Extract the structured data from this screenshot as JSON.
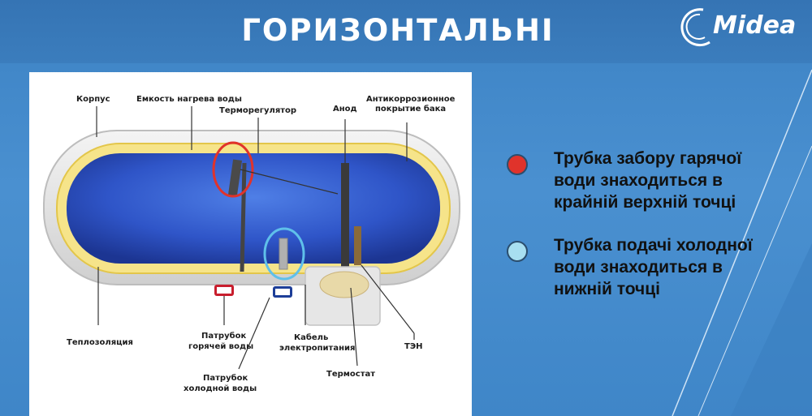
{
  "slide": {
    "title": "ГОРИЗОНТАЛЬНІ",
    "logo_text": "Midea",
    "colors": {
      "background": "#4a90d0",
      "title_bar": "#3574b4",
      "red_marker": "#e0332b",
      "cyan_marker": "#a8dff0"
    }
  },
  "diagram": {
    "labels": {
      "korpus": "Корпус",
      "emkost": "Емкость нагрева воды",
      "termoregulator": "Терморегулятор",
      "anod": "Анод",
      "antikorr_1": "Антикоррозионное",
      "antikorr_2": "покрытие бака",
      "teploizol": "Теплозоляция",
      "hot_pipe_1": "Патрубок",
      "hot_pipe_2": "горячей воды",
      "cable_1": "Кабель",
      "cable_2": "электропитания",
      "ten": "ТЭН",
      "cold_pipe_1": "Патрубок",
      "cold_pipe_2": "холодной воды",
      "termostat": "Термостат"
    }
  },
  "legend": [
    {
      "marker": "red-circle-icon",
      "color": "#e0332b",
      "text_1": "Трубка забору гарячої",
      "text_2": "води знаходиться в",
      "text_3": "крайній верхній точці"
    },
    {
      "marker": "light-blue-circle-icon",
      "color": "#a8dff0",
      "text_1": "Трубка подачі холодної",
      "text_2": "води знаходиться в",
      "text_3": "нижній точці"
    }
  ]
}
